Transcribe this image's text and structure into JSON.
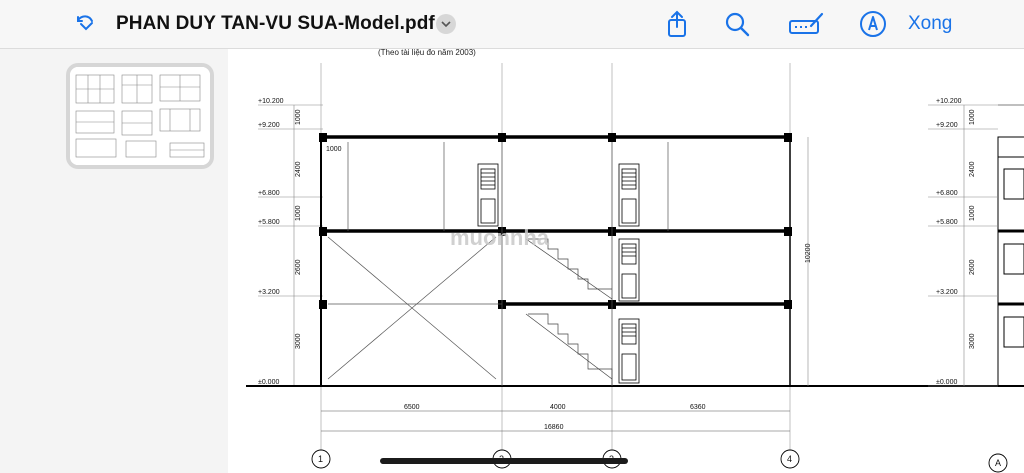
{
  "toolbar": {
    "document_title": "PHAN DUY TAN-VU SUA-Model.pdf",
    "done_label": "Xong",
    "accent_color": "#1a73e8",
    "icons": [
      "back-markup-icon",
      "chevron-down-icon",
      "share-icon",
      "search-icon",
      "markup-pen-icon",
      "annotate-icon"
    ]
  },
  "drawing": {
    "header_note": "(Theo tài liệu đo năm 2003)",
    "elevations_left": [
      "+10.200",
      "+9.200",
      "+6.800",
      "+5.800",
      "+3.200",
      "±0.000"
    ],
    "elevations_right": [
      "+10.200",
      "+9.200",
      "+6.800",
      "+5.800",
      "+3.200",
      "±0.000"
    ],
    "vertical_dims_left": [
      "1000",
      "2400",
      "1000",
      "2600",
      "3000"
    ],
    "vertical_dims_right": [
      "1000",
      "2400",
      "1000",
      "2600",
      "3000"
    ],
    "total_height_dim": "10200",
    "span_dims": [
      "6500",
      "4000",
      "6360"
    ],
    "total_width_dim": "16860",
    "overhang_dim": "1000",
    "grid_axes": [
      "1",
      "2",
      "3",
      "4",
      "A"
    ],
    "watermark": "muonnha"
  }
}
